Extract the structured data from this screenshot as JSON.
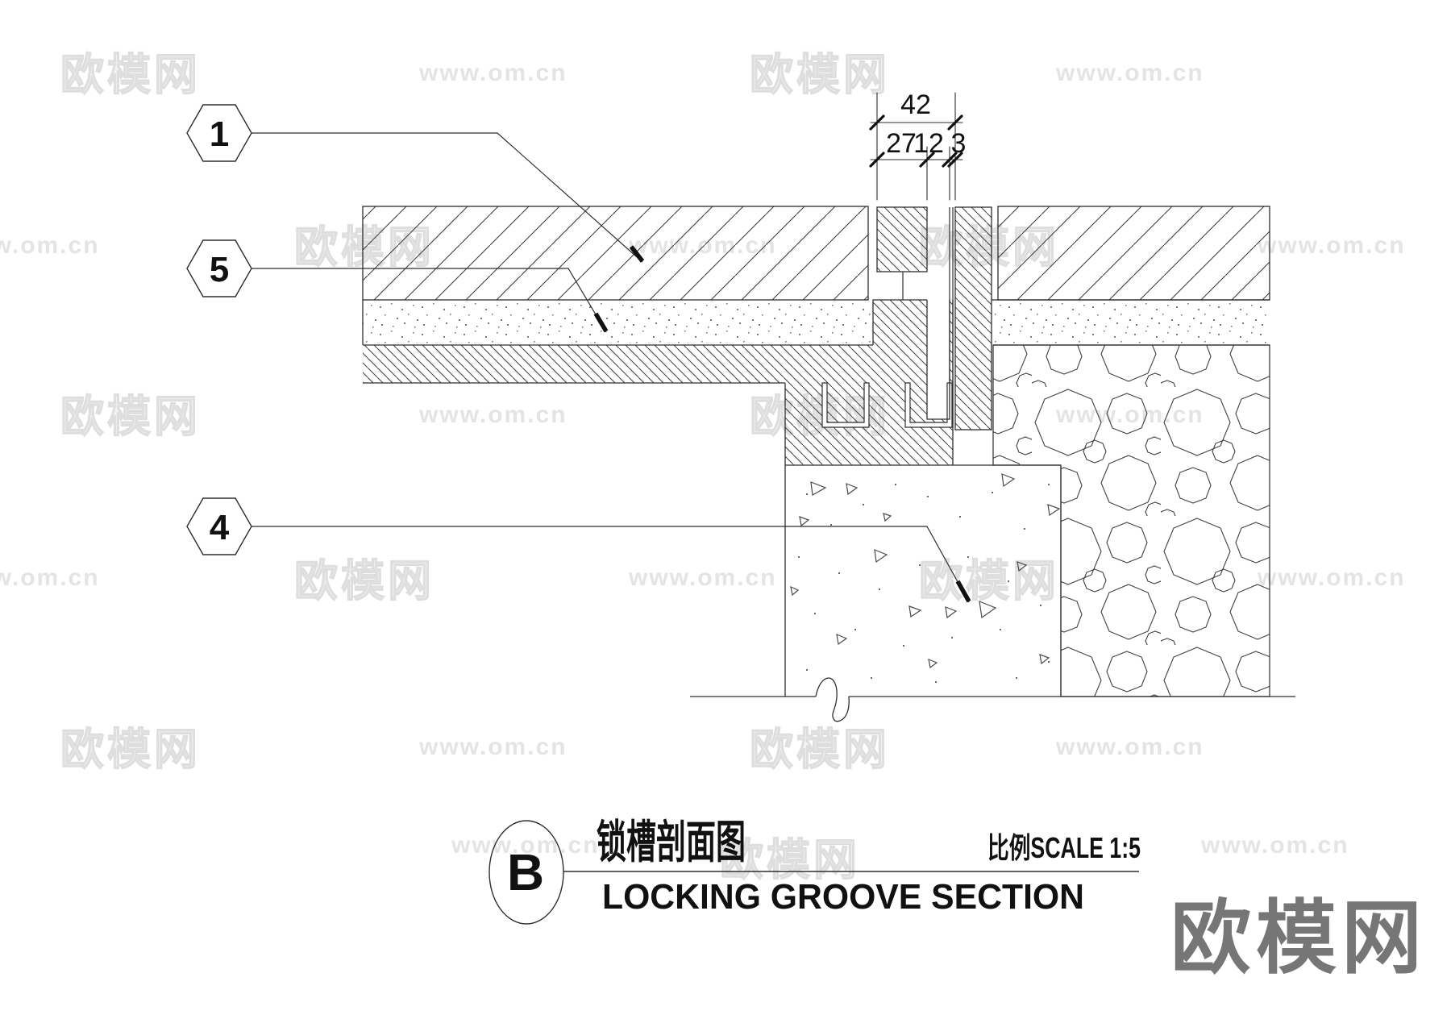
{
  "watermark": {
    "brand": "欧模网",
    "site": "www.om.cn"
  },
  "logo": {
    "text": "欧模网"
  },
  "callouts": {
    "c1": "1",
    "c5": "5",
    "c4": "4"
  },
  "dimensions": {
    "total": "42",
    "seg1": "27",
    "seg2": "12",
    "seg3": "3"
  },
  "title_block": {
    "letter": "B",
    "title_cn": "锁槽剖面图",
    "scale_label": "比例SCALE 1:5",
    "title_en": "LOCKING GROOVE SECTION"
  }
}
